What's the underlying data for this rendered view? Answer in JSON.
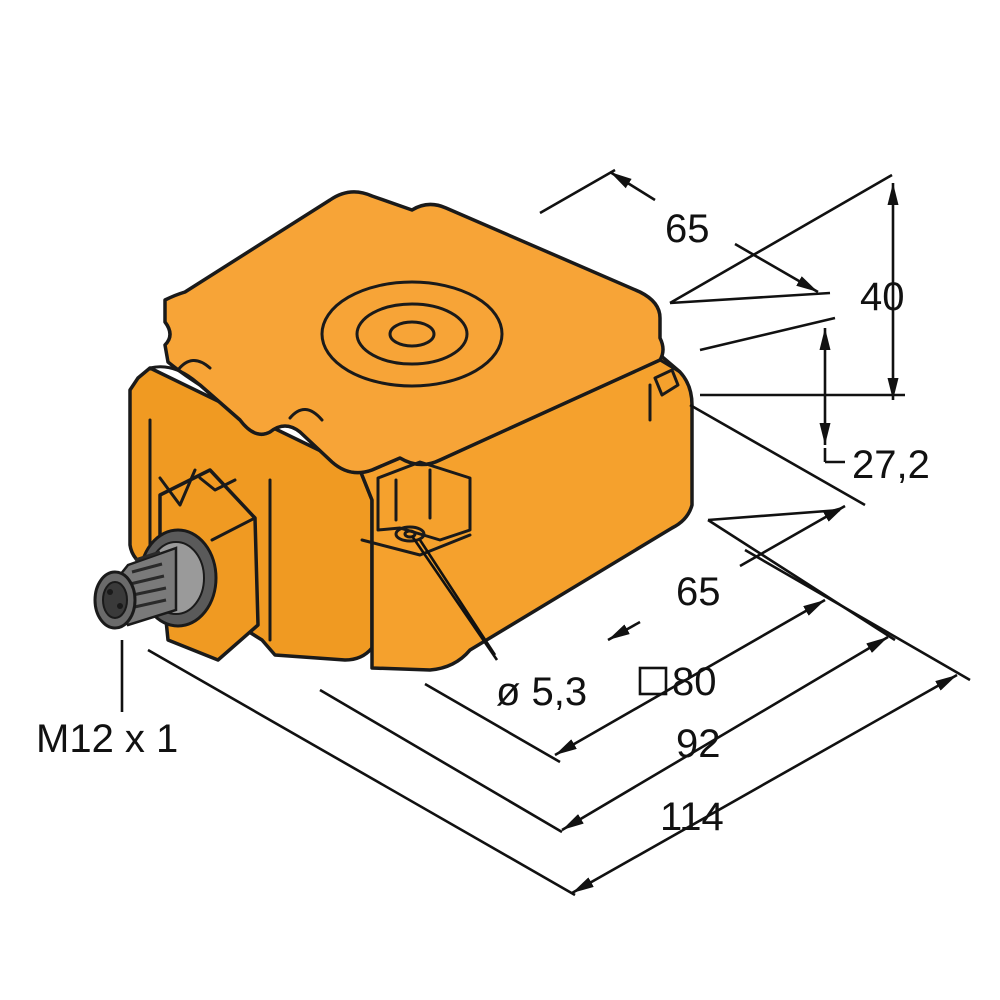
{
  "colors": {
    "housing_top": "#f7a437",
    "housing_side": "#f09a22",
    "housing_shadow": "#e08c1c",
    "outline": "#1a1a1a",
    "connector_dark": "#3a3a3a",
    "connector_light": "#9a9a9a"
  },
  "dimensions": {
    "top_width": "65",
    "height_total": "40",
    "height_face": "27,2",
    "bottom_width": "65",
    "square": "80",
    "width_92": "92",
    "width_114": "114",
    "hole": "ø 5,3",
    "connector_thread": "M12 x 1"
  },
  "icons": {
    "square_symbol": "square-outline-icon"
  }
}
